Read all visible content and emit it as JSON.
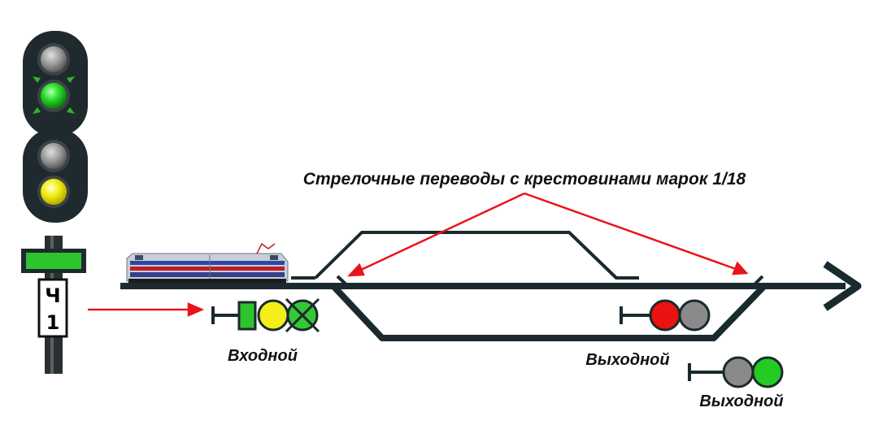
{
  "labels": {
    "switches_caption": "Стрелочные переводы с крестовинами марок 1/18",
    "entry_signal": "Входной",
    "exit_signal_track": "Выходной",
    "exit_signal_main": "Выходной"
  },
  "mast_signal": {
    "plate_top": "Ч",
    "plate_bottom": "1",
    "lamps": [
      "gray",
      "green-flashing",
      "gray",
      "yellow"
    ]
  },
  "entry_signal": {
    "lamps": [
      "yellow",
      "green-crossed"
    ]
  },
  "exit_signal_track": {
    "lamps": [
      "red",
      "gray"
    ]
  },
  "exit_signal_main": {
    "lamps": [
      "gray",
      "green"
    ]
  },
  "colors": {
    "track": "#1a2a2e",
    "arrow_red": "#e8141b",
    "lamp_green": "#22cc22",
    "lamp_yellow": "#f4ee1a",
    "lamp_red": "#ee1111",
    "lamp_gray": "#8a8a8a",
    "mast_body": "#1e2a2e",
    "plate_green": "#2ec42e"
  },
  "icons": [
    "train-icon",
    "direction-arrow-icon"
  ]
}
